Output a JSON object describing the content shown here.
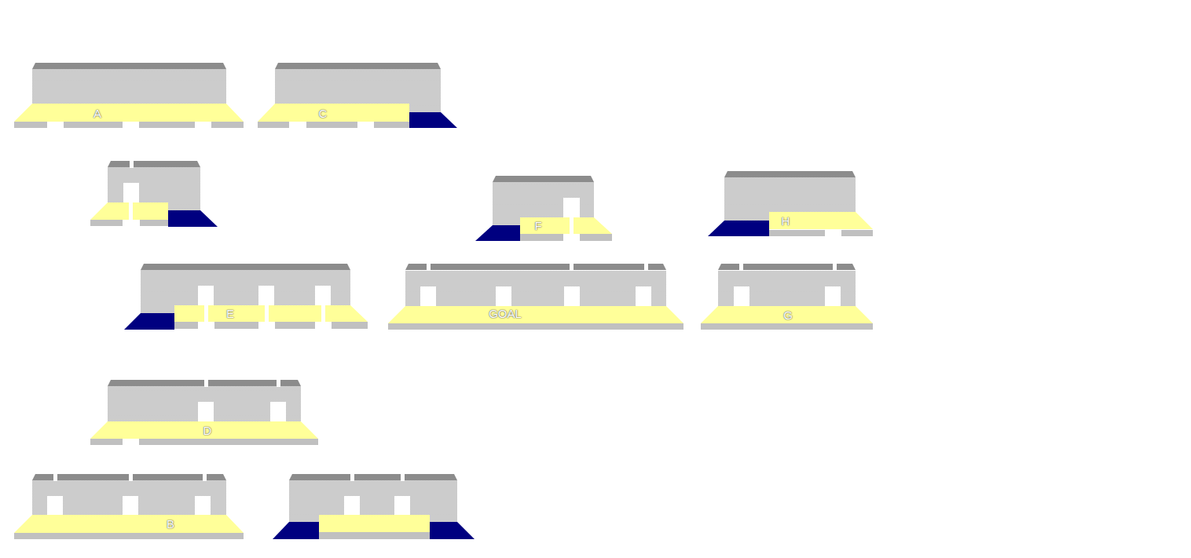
{
  "diagram": {
    "nodes": [
      {
        "text": [
          "A"
        ]
      },
      {
        "text": [
          "C"
        ]
      },
      {
        "text": [
          "F"
        ]
      },
      {
        "text": [
          "H"
        ]
      },
      {
        "text": [
          "E"
        ]
      },
      {
        "text": [
          "GOAL"
        ]
      },
      {
        "text": [
          "G"
        ]
      },
      {
        "text": [
          "D"
        ]
      },
      {
        "text": [
          "B"
        ]
      }
    ]
  }
}
